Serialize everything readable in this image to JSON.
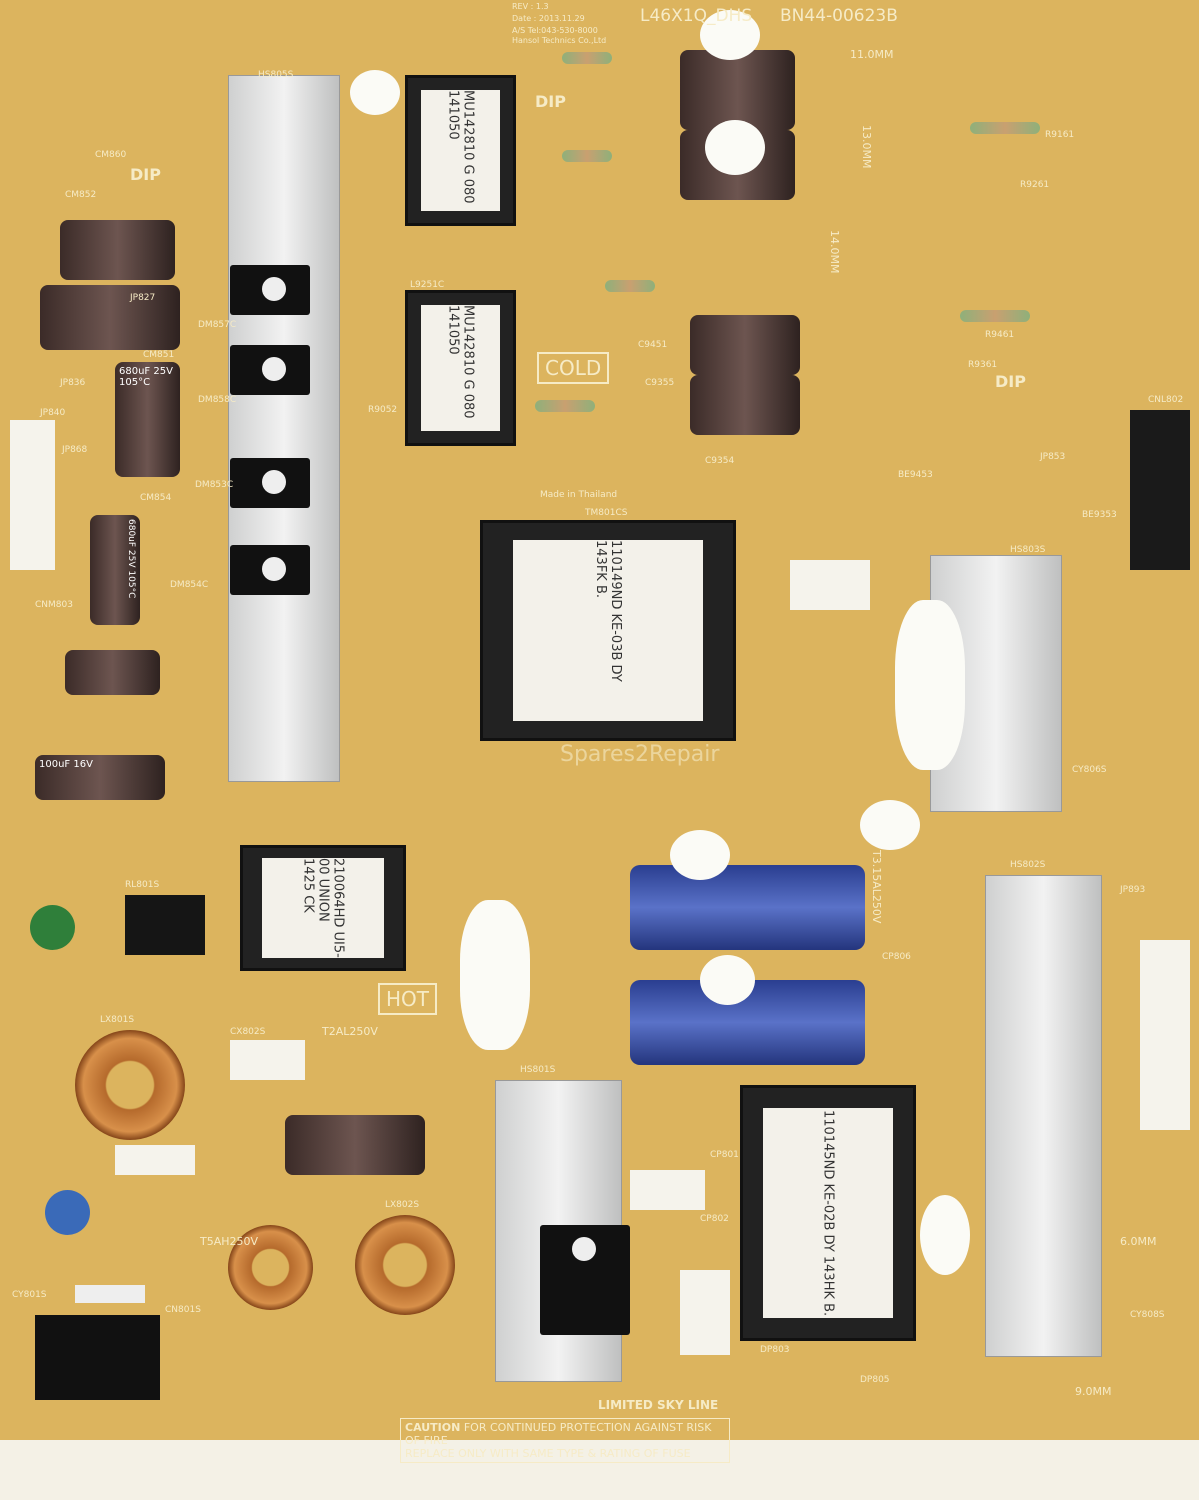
{
  "board": {
    "model": "L46X1Q_DHS",
    "part_number": "BN44-00623B",
    "rev": "REV : 1.3",
    "date": "Date : 2013.11.29",
    "service": "A/S Tel:043-530-8000",
    "maker": "Hansol Technics Co.,Ltd",
    "made_in": "Made in Thailand",
    "cold_label": "COLD",
    "hot_label": "HOT",
    "dip_label": "DIP",
    "limited_sky_line": "LIMITED SKY LINE",
    "watermark": "Spares2Repair",
    "caution_title": "CAUTION",
    "caution_line1": "FOR CONTINUED PROTECTION AGAINST RISK OF FIRE",
    "caution_line2": "REPLACE ONLY WITH SAME TYPE & RATING OF FUSE",
    "transformers": [
      {
        "label": "MU142810 G 080 141050"
      },
      {
        "label": "MU142810 G 080 141050"
      },
      {
        "label": "110149ND KE-03B DY 143FK B."
      },
      {
        "label": "110145ND KE-02B DY 143HK B."
      },
      {
        "label": "210064HD UI5-00 UNION 1425 CK"
      }
    ],
    "fuses": [
      "T5AH250V",
      "T2AL250V",
      "T3.15AL250V"
    ],
    "caps": [
      "680uF 25V 105°C",
      "680uF 25V 105°C",
      "100uF 16V"
    ],
    "ref_labels": [
      "CM860",
      "CM852",
      "JP827",
      "DM857C",
      "DM858C",
      "CM851",
      "JP836",
      "JP840",
      "CM854",
      "DM853C",
      "DM854C",
      "CNM803",
      "JP868",
      "HS805S",
      "L9251C",
      "R9052",
      "TM801CS",
      "HS803S",
      "HS802S",
      "HS801S",
      "LX801S",
      "LX802S",
      "CN801S",
      "RL801S",
      "CY801S",
      "CX802S",
      "JP853",
      "CNL802",
      "BE9453",
      "BE9353",
      "R9161",
      "R9261",
      "R9361",
      "R9461",
      "C9451",
      "C9354",
      "C9355",
      "CP801",
      "CP802",
      "CP806",
      "CY806S",
      "CY808S",
      "JP893",
      "DP803",
      "DP805"
    ],
    "dimensions": [
      "11.0MM",
      "13.0MM",
      "14.0MM",
      "6.0MM",
      "9.0MM"
    ]
  }
}
